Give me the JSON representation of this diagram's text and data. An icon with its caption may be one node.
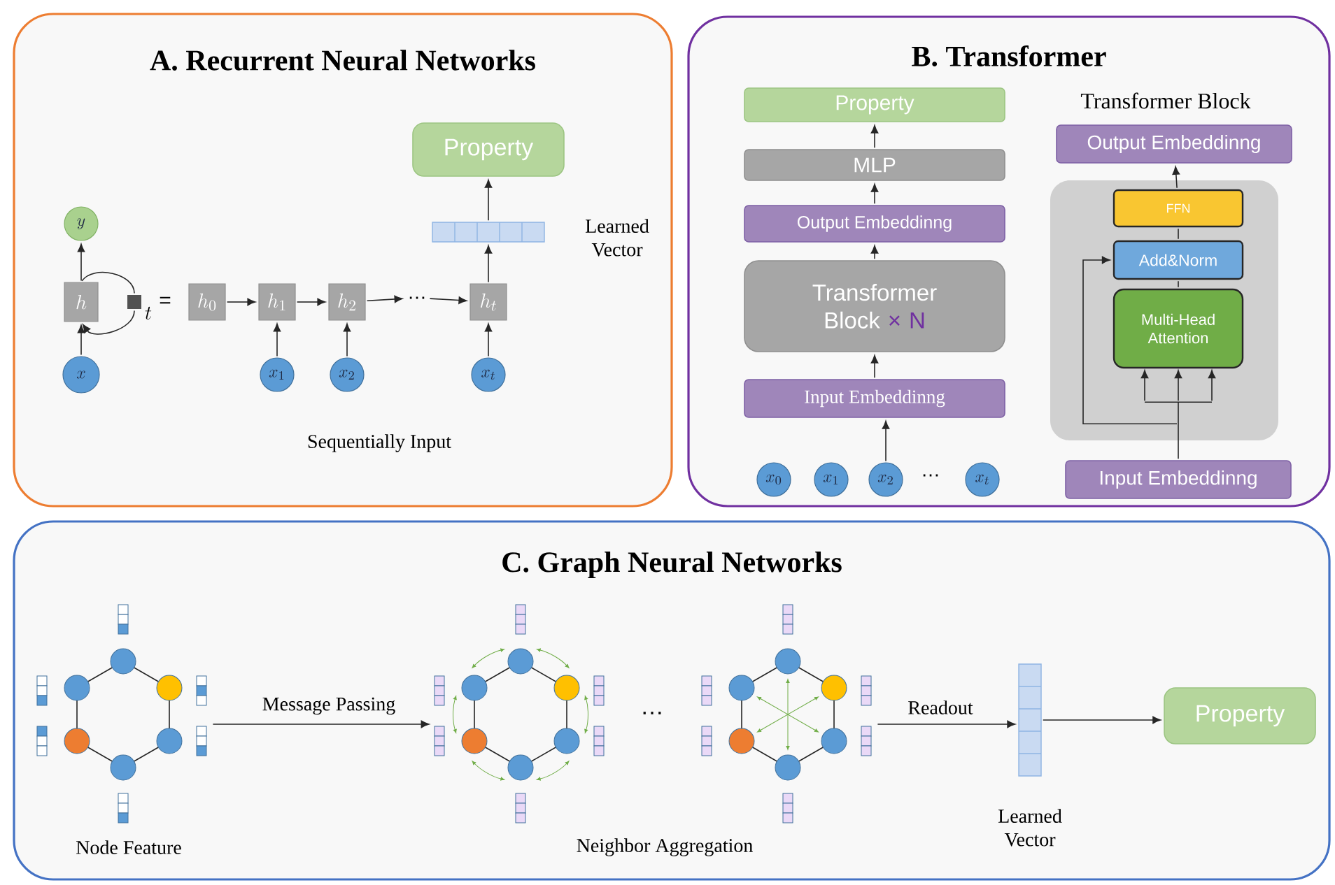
{
  "diagram": {
    "nodes": [
      {
        "text": [
          "A. Recurrent Neural Networks"
        ]
      },
      {
        "text": [
          "y"
        ],
        "in": 0
      },
      {
        "text": [
          "h"
        ],
        "in": 0
      },
      {
        "text": [],
        "shape": "box",
        "beside": [
          "t"
        ],
        "in": 0
      },
      {
        "text": [
          "x"
        ],
        "in": 0
      },
      {
        "text": [
          "h_0"
        ],
        "in": 0
      },
      {
        "text": [
          "h_1"
        ],
        "in": 0
      },
      {
        "text": [
          "h_2"
        ],
        "in": 0
      },
      {
        "text": [
          "h_t"
        ],
        "in": 0
      },
      {
        "text": [
          "…"
        ],
        "in": 0
      },
      {
        "text": [
          "x_1"
        ],
        "in": 0
      },
      {
        "text": [
          "x_2"
        ],
        "in": 0
      },
      {
        "text": [
          "x_t"
        ],
        "in": 0
      },
      {
        "text": [],
        "shape": "bar",
        "beside": [
          "Learned Vector"
        ],
        "in": 0
      },
      {
        "text": [
          "Property"
        ],
        "in": 0
      },
      {
        "text": [
          "B. Transformer"
        ]
      },
      {
        "text": [
          "Property"
        ],
        "in": 15
      },
      {
        "text": [
          "MLP"
        ],
        "in": 15
      },
      {
        "text": [
          "Output Embeddinng"
        ],
        "in": 15
      },
      {
        "text": [
          "Transformer Block",
          "× N"
        ],
        "in": 15
      },
      {
        "text": [
          "Input Embeddinng"
        ],
        "in": 15
      },
      {
        "text": [
          "x_0"
        ],
        "in": 15
      },
      {
        "text": [
          "x_1"
        ],
        "in": 15
      },
      {
        "text": [
          "x_2"
        ],
        "in": 15
      },
      {
        "text": [
          "x_t"
        ],
        "in": 15
      },
      {
        "text": [],
        "shape": "box",
        "in": 15
      },
      {
        "text": [
          "FFN"
        ],
        "in": 25
      },
      {
        "text": [
          "Add&Norm"
        ],
        "in": 25
      },
      {
        "text": [
          "Multi-Head Attention"
        ],
        "in": 25
      },
      {
        "text": [
          "Output Embeddinng"
        ],
        "in": 15
      },
      {
        "text": [
          "Input Embeddinng"
        ],
        "in": 15
      },
      {
        "text": [
          "C. Graph Neural Networks"
        ]
      },
      {
        "text": [],
        "shape": "picture",
        "beside": [
          "Node Feature"
        ],
        "in": 31
      },
      {
        "text": [],
        "shape": "picture",
        "in": 31
      },
      {
        "text": [],
        "shape": "picture",
        "in": 31
      },
      {
        "text": [],
        "shape": "bar",
        "beside": [
          "Learned Vector"
        ],
        "in": 31
      },
      {
        "text": [
          "Property"
        ],
        "in": 31
      }
    ],
    "edges": [
      {
        "from": 4,
        "to": 2,
        "arrow": "to"
      },
      {
        "from": 2,
        "to": 1,
        "arrow": "to"
      },
      {
        "from": 2,
        "to": 3,
        "arrow": "none"
      },
      {
        "from": 3,
        "to": 2,
        "arrow": "to"
      },
      {
        "from": 5,
        "to": 6,
        "arrow": "to"
      },
      {
        "from": 6,
        "to": 7,
        "arrow": "to"
      },
      {
        "from": 7,
        "to": 9,
        "arrow": "to"
      },
      {
        "from": 9,
        "to": 8,
        "arrow": "to"
      },
      {
        "from": 10,
        "to": 6,
        "arrow": "to"
      },
      {
        "from": 11,
        "to": 7,
        "arrow": "to"
      },
      {
        "from": 12,
        "to": 8,
        "arrow": "to"
      },
      {
        "from": 8,
        "to": 13,
        "arrow": "to"
      },
      {
        "from": 13,
        "to": 14,
        "arrow": "to"
      },
      {
        "from": 20,
        "to": 19,
        "arrow": "to"
      },
      {
        "from": 19,
        "to": 18,
        "arrow": "to"
      },
      {
        "from": 18,
        "to": 17,
        "arrow": "to"
      },
      {
        "from": 17,
        "to": 16,
        "arrow": "to"
      },
      {
        "from": 23,
        "to": 20,
        "arrow": "to"
      },
      {
        "from": 30,
        "to": 28,
        "arrow": "to"
      },
      {
        "from": 30,
        "to": 27,
        "arrow": "to"
      },
      {
        "from": 28,
        "to": 27,
        "arrow": "none"
      },
      {
        "from": 27,
        "to": 26,
        "arrow": "none"
      },
      {
        "from": 26,
        "to": 29,
        "arrow": "to"
      },
      {
        "from": 32,
        "to": 33,
        "arrow": "to",
        "label": "Message Passing"
      },
      {
        "from": 34,
        "to": 35,
        "arrow": "to",
        "label": "Readout"
      },
      {
        "from": 35,
        "to": 36,
        "arrow": "to"
      }
    ],
    "labels": [
      "=",
      "Sequentially Input",
      "Transformer Block",
      "…",
      "…",
      "Neighbor Aggregation"
    ]
  }
}
